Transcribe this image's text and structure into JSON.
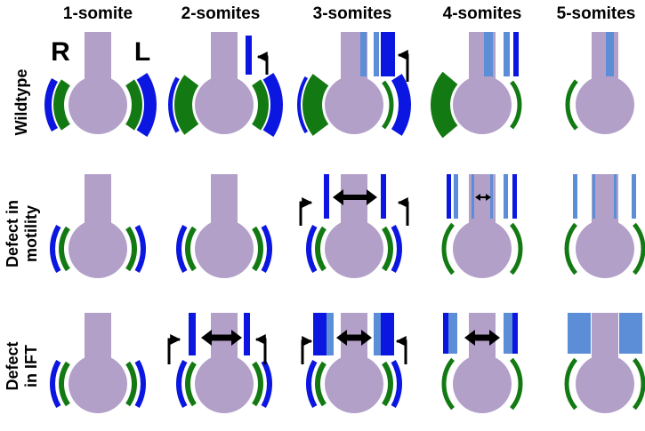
{
  "columns": [
    "1-somite",
    "2-somites",
    "3-somites",
    "4-somites",
    "5-somites"
  ],
  "rows": [
    {
      "label_lines": [
        "Wildtype"
      ]
    },
    {
      "label_lines": [
        "Defect in",
        "motility"
      ]
    },
    {
      "label_lines": [
        "Defect",
        "in IFT"
      ]
    }
  ],
  "side_labels": {
    "right": "R",
    "left": "L"
  },
  "colors": {
    "tissue": "#b3a0c9",
    "green_arc": "#137a13",
    "blue_strong": "#0b16e0",
    "blue_light": "#5b8ed6",
    "arrow": "#000000"
  }
}
